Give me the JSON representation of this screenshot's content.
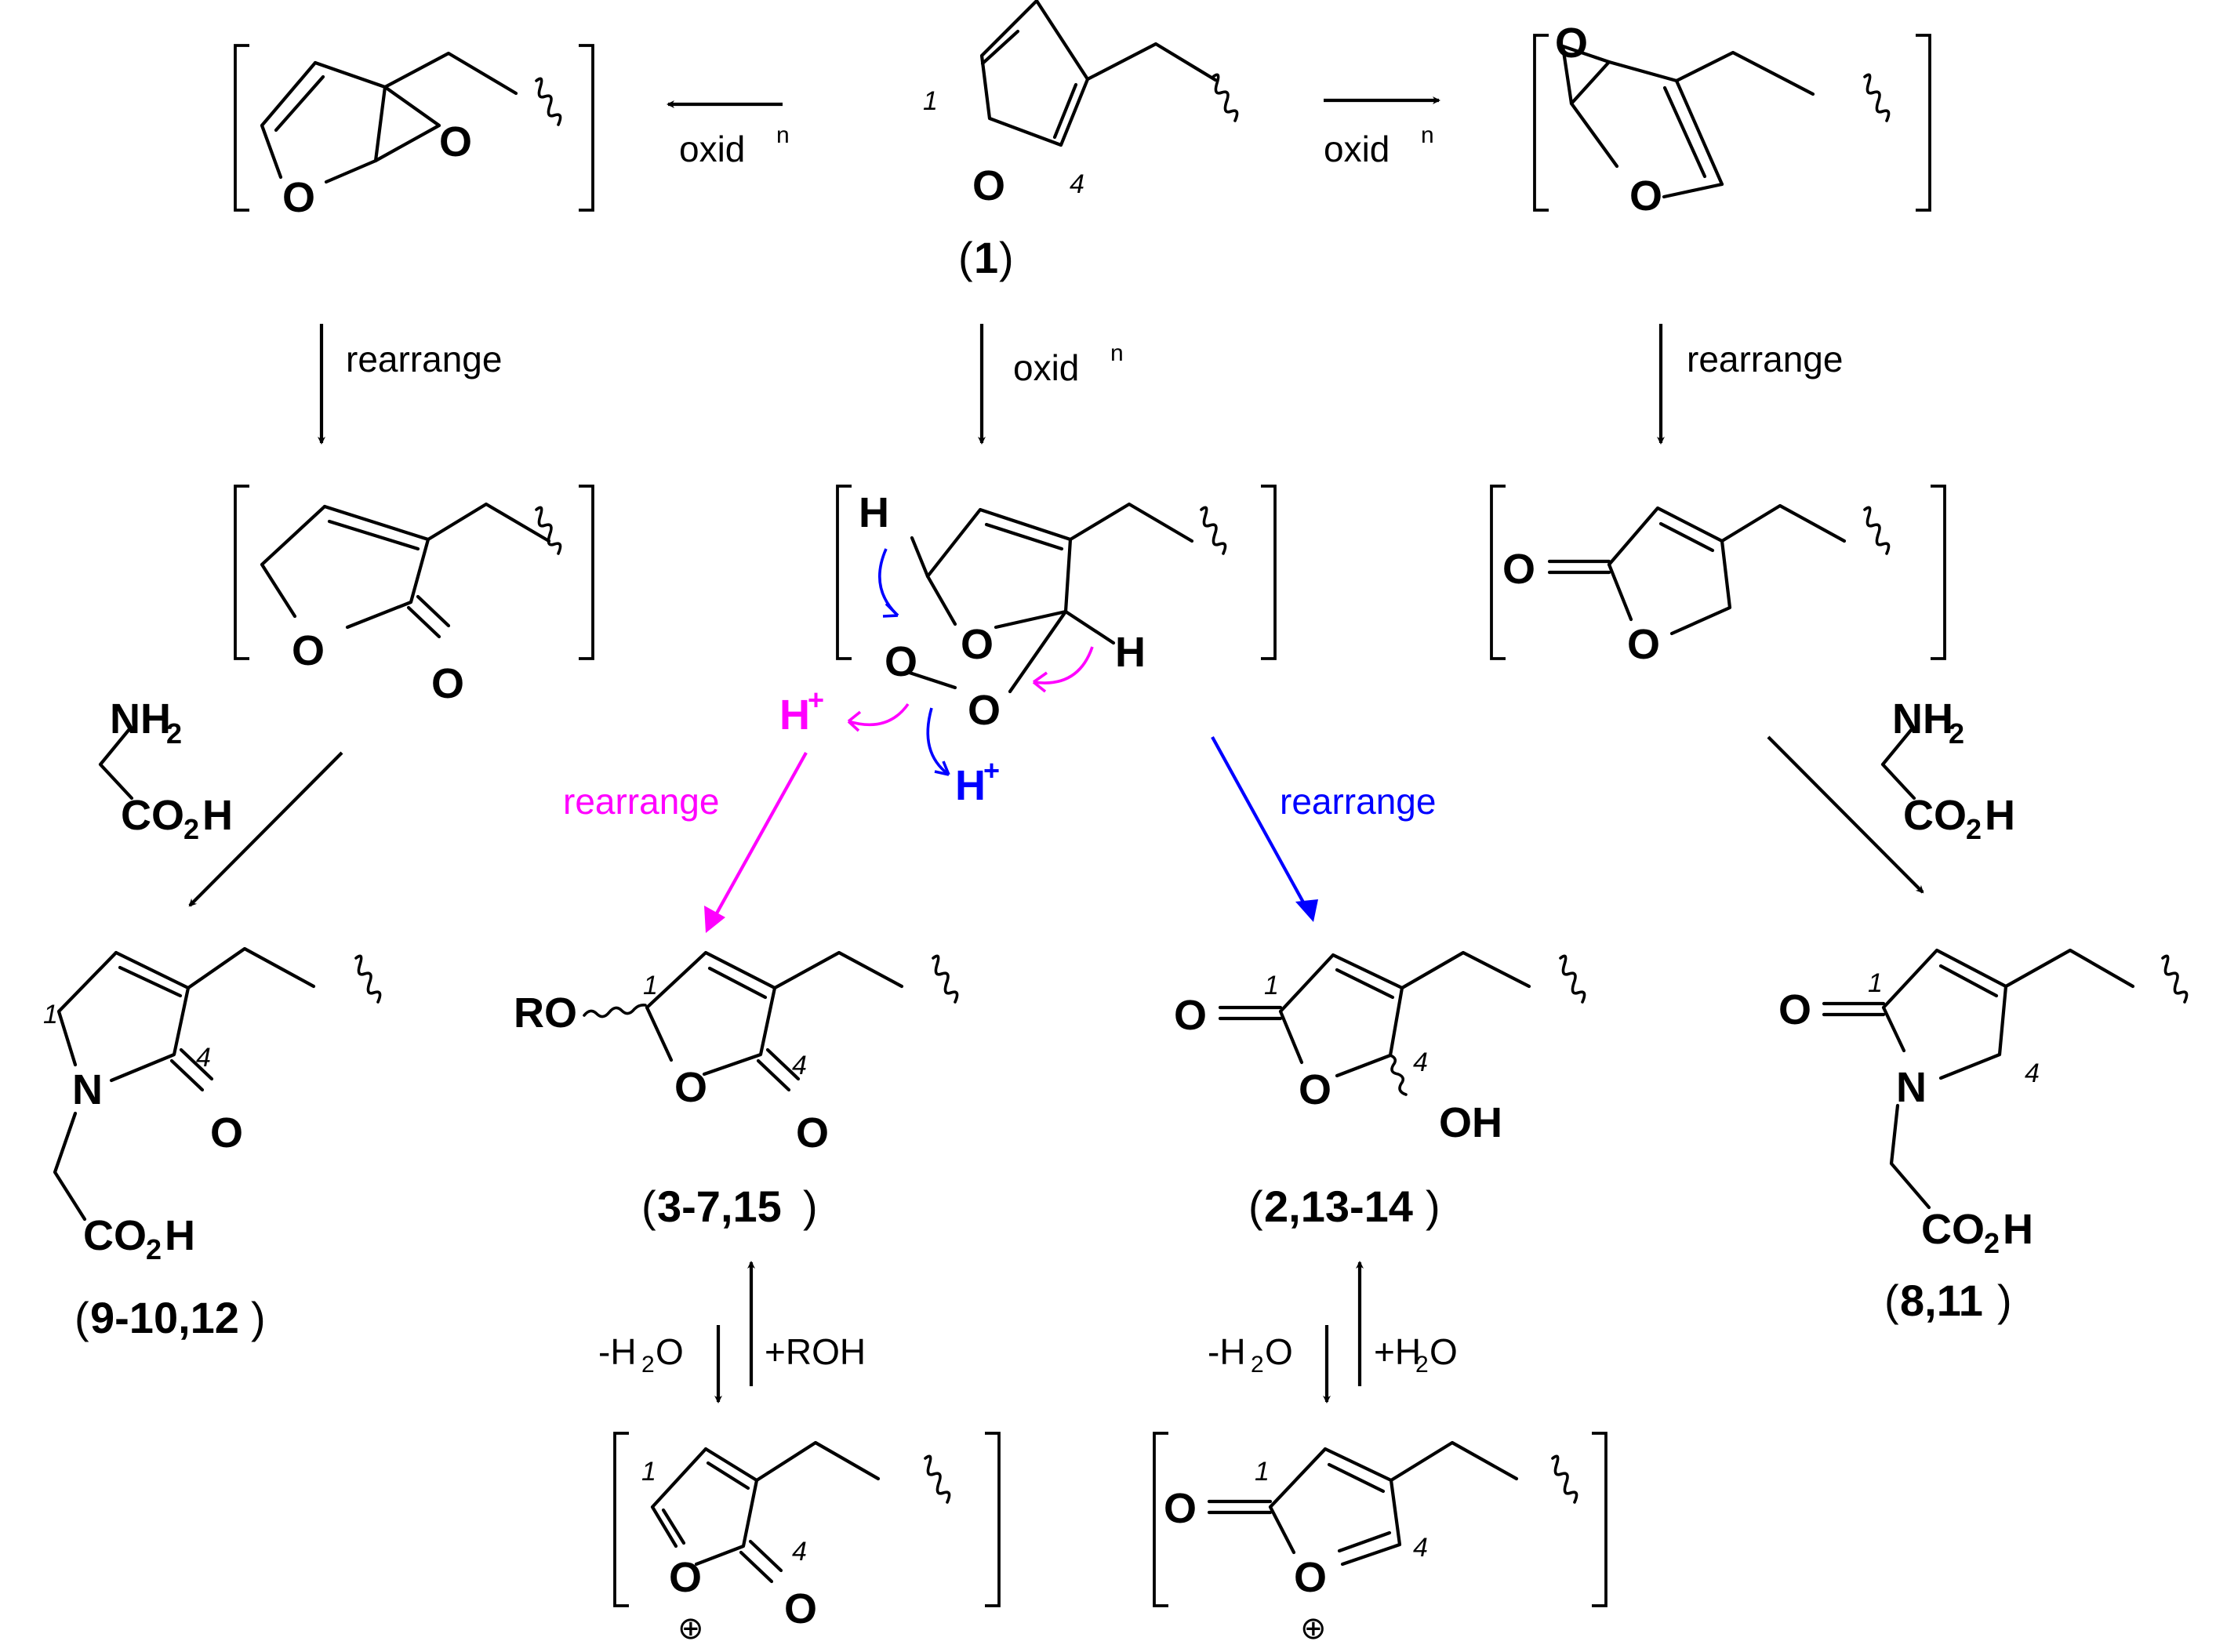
{
  "labels": {
    "oxidn": "oxid",
    "oxidn_sup": "n",
    "rearrange": "rearrange",
    "minus_h2o_a": "-H",
    "minus_h2o_b": "O",
    "plus_h2o_a": "+H",
    "plus_h2o_b": "O",
    "plus_roh": "+ROH",
    "two": "2"
  },
  "atoms": {
    "O": "O",
    "N": "N",
    "H": "H",
    "RO": "RO",
    "OH": "OH",
    "NH": "NH",
    "CO": "CO",
    "H_plus": "H",
    "plus": "+",
    "charge": "⊕"
  },
  "compounds": {
    "c1": {
      "open": "(",
      "num": "1",
      "close": ")"
    },
    "c3": {
      "open": "(",
      "num": "3-7,15",
      "close": ")"
    },
    "c2": {
      "open": "(",
      "num": "2,13-14",
      "close": ")"
    },
    "c9": {
      "open": "(",
      "num": "9-10,12",
      "close": ")"
    },
    "c8": {
      "open": "(",
      "num": "8,11",
      "close": ")"
    }
  },
  "positions": {
    "p1": "1",
    "p4": "4"
  },
  "colors": {
    "magenta": "#ff00ff",
    "blue": "#0000ff",
    "black": "#000000"
  }
}
